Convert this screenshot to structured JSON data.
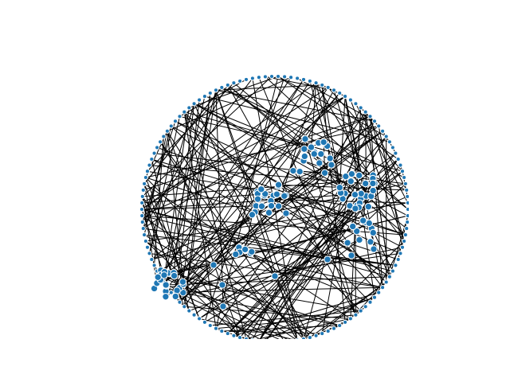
{
  "figure": {
    "layout": "circular-with-interior-clusters",
    "clipped": true
  },
  "style": {
    "background": "#ffffff",
    "edge_color": "#000000",
    "node_fill": "#1f77b4",
    "node_stroke": "#ffffff"
  },
  "graph": {
    "rim_node_count": 130,
    "rim_edge_count": 160,
    "cluster_edge_count": 40,
    "interior_edge_count": 90,
    "visible_node_count_approx": 260,
    "has_node_labels": false,
    "has_edge_labels": false
  }
}
